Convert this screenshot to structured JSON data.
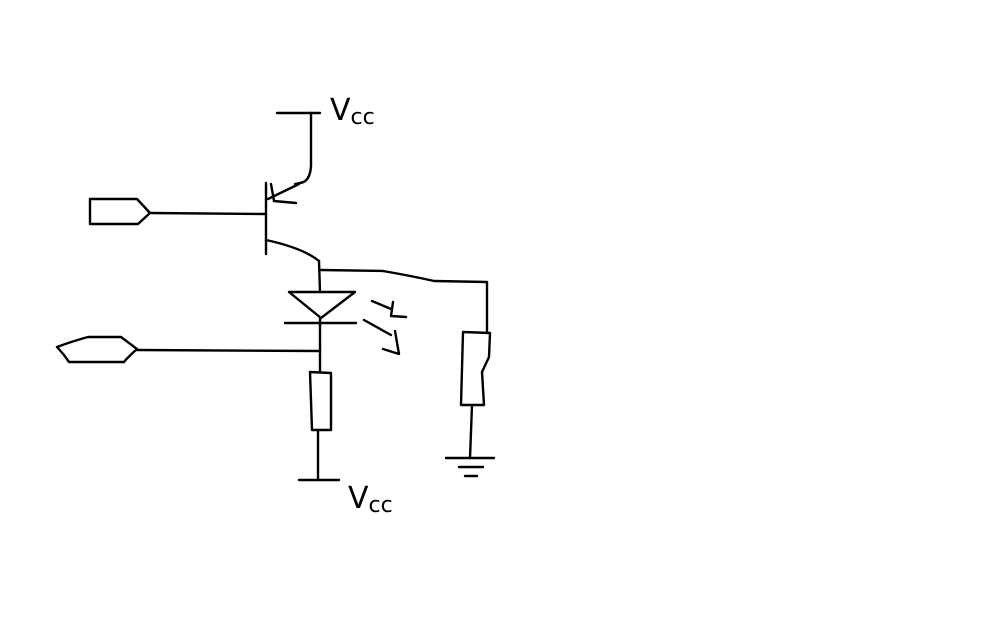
{
  "diagram": {
    "stroke_color": "#000000",
    "background_color": "#ffffff",
    "labels": {
      "vcc_top": {
        "main": "V",
        "sub": "cc"
      },
      "vcc_bottom": {
        "main": "V",
        "sub": "cc"
      }
    }
  }
}
